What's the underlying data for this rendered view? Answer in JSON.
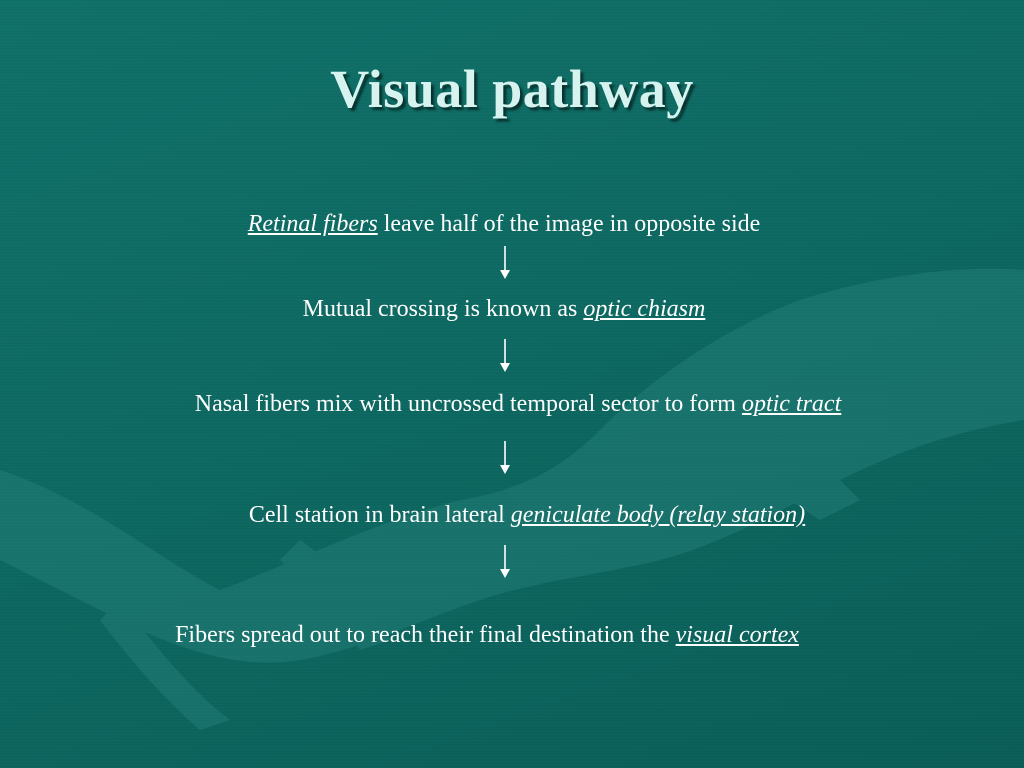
{
  "slide": {
    "title": "Visual pathway",
    "steps": [
      {
        "pre": "",
        "term": "Retinal fibers",
        "post": " leave half  of  the image in opposite side"
      },
      {
        "pre": "Mutual  crossing is known as ",
        "term": "optic chiasm",
        "post": ""
      },
      {
        "pre": "Nasal fibers mix with uncrossed temporal sector to form ",
        "term": "optic tract",
        "post": ""
      },
      {
        "pre": "Cell station in brain lateral ",
        "term": "geniculate body (relay station)",
        "post": ""
      },
      {
        "pre": "Fibers spread out to reach their final destination the ",
        "term": "visual cortex",
        "post": ""
      }
    ]
  },
  "colors": {
    "background": "#0f6b65",
    "title": "#d6f3f0",
    "text": "#ffffff"
  },
  "icons": [
    "down-arrow-icon"
  ]
}
